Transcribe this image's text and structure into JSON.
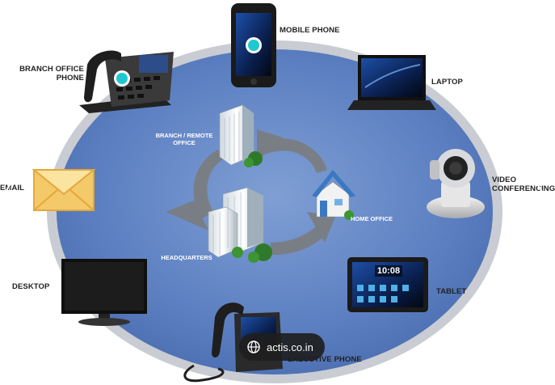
{
  "diagram": {
    "devices": {
      "mobile_phone": "MOBILE PHONE",
      "branch_office_phone": "BRANCH OFFICE\nPHONE",
      "laptop": "LAPTOP",
      "video_conferencing": "VIDEO\nCONFERENCING",
      "email": "EMAIL",
      "desktop": "DESKTOP",
      "tablet": "TABLET",
      "executive_phone": "EXECUTIVE PHONE"
    },
    "sites": {
      "branch_remote_office": "BRANCH / REMOTE\nOFFICE",
      "headquarters": "HEADQUARTERS",
      "home_office": "HOME OFFICE"
    },
    "tablet_clock": "10:08"
  },
  "watermark": {
    "text": "actis.co.in"
  },
  "colors": {
    "ellipse_fill": "#5a7fbf",
    "ellipse_rim": "#c9ccd2",
    "arrow": "#7a7d82",
    "dot": "#1fc8d0"
  }
}
